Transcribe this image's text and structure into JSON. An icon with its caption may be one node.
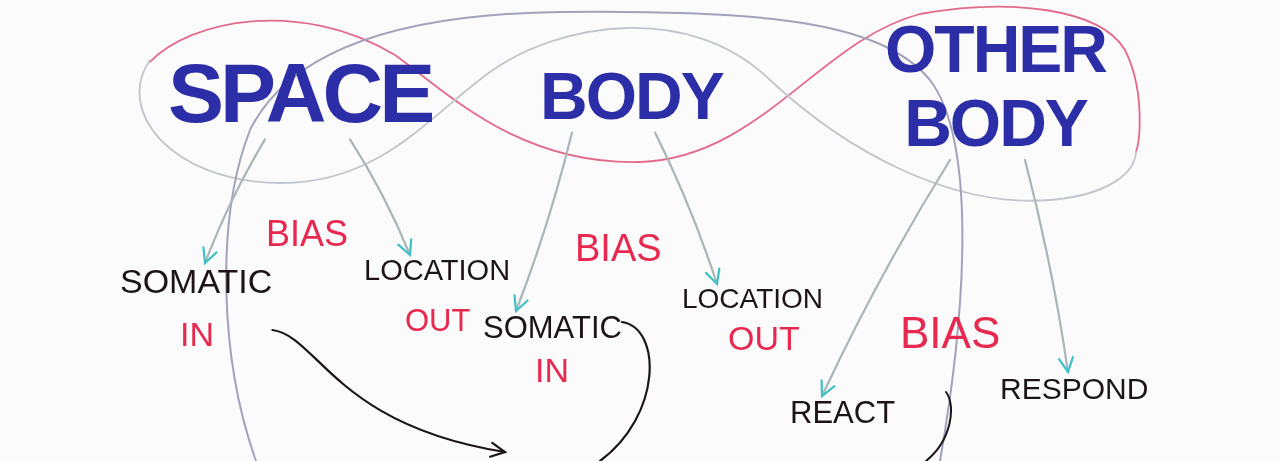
{
  "diagram": {
    "nodes": [
      {
        "text": [
          "SPACE"
        ]
      },
      {
        "text": [
          "BODY"
        ]
      },
      {
        "text": [
          "OTHER BODY"
        ]
      },
      {
        "text": [
          "SOMATIC",
          "IN"
        ]
      },
      {
        "text": [
          "LOCATION",
          "OUT"
        ]
      },
      {
        "text": [
          "SOMATIC",
          "IN"
        ]
      },
      {
        "text": [
          "LOCATION",
          "OUT"
        ]
      },
      {
        "text": [
          "REACT"
        ]
      },
      {
        "text": [
          "RESPOND"
        ]
      }
    ],
    "edges": [
      {
        "from": 0,
        "to": 3,
        "arrow": "to"
      },
      {
        "from": 0,
        "to": 4,
        "arrow": "to"
      },
      {
        "from": 1,
        "to": 5,
        "arrow": "to"
      },
      {
        "from": 1,
        "to": 6,
        "arrow": "to"
      },
      {
        "from": 2,
        "to": 7,
        "arrow": "to"
      },
      {
        "from": 2,
        "to": 8,
        "arrow": "to"
      },
      {
        "from": 3,
        "to": null,
        "arrow": "to",
        "color": "#1c1416"
      },
      {
        "from": 5,
        "to": null,
        "arrow": "none",
        "color": "#1c1416"
      }
    ],
    "labels": [
      "BIAS",
      "BIAS",
      "BIAS"
    ]
  }
}
